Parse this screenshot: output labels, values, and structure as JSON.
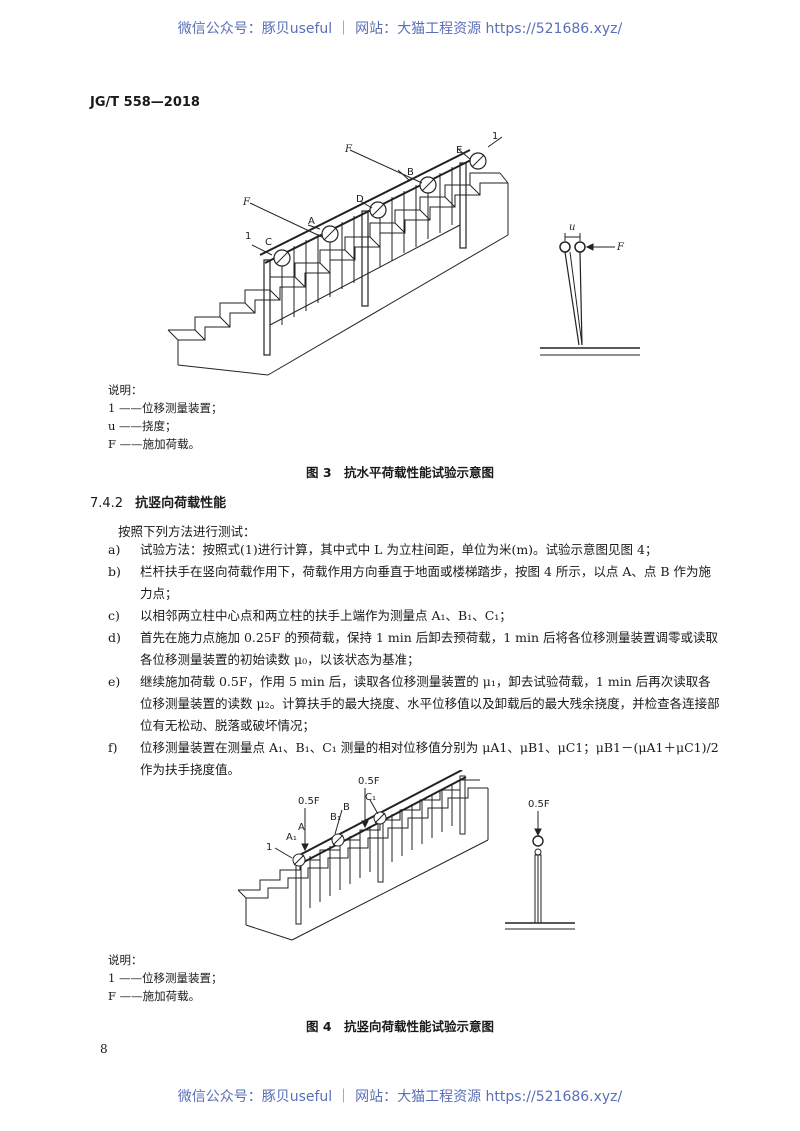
{
  "watermark": {
    "text": "微信公众号：豚贝useful ｜ 网站：大猫工程资源 https://521686.xyz/"
  },
  "header": {
    "standard_no": "JG/T 558—2018"
  },
  "figure3": {
    "labels": {
      "one_left": "1",
      "one_right": "1",
      "F1": "F",
      "F2": "F",
      "A": "A",
      "B": "B",
      "C": "C",
      "D": "D",
      "E": "E",
      "u": "u",
      "F_side": "F"
    },
    "legend": {
      "title": "说明：",
      "items": [
        "1 ——位移测量装置；",
        "u ——挠度；",
        "F ——施加荷载。"
      ]
    },
    "caption": "图 3　抗水平荷载性能试验示意图"
  },
  "section": {
    "number": "7.4.2",
    "title": "抗竖向荷载性能"
  },
  "intro": "按照下列方法进行测试：",
  "items": [
    {
      "label": "a)",
      "text": "试验方法：按照式(1)进行计算，其中式中 L 为立柱间距，单位为米(m)。试验示意图见图 4；"
    },
    {
      "label": "b)",
      "text": "栏杆扶手在竖向荷载作用下，荷载作用方向垂直于地面或楼梯踏步，按图 4 所示，以点 A、点 B 作为施力点；"
    },
    {
      "label": "c)",
      "text": "以相邻两立柱中心点和两立柱的扶手上端作为测量点 A₁、B₁、C₁；"
    },
    {
      "label": "d)",
      "text": "首先在施力点施加 0.25F 的预荷载，保持 1 min 后卸去预荷载，1 min 后将各位移测量装置调零或读取各位移测量装置的初始读数 μ₀，以该状态为基准；"
    },
    {
      "label": "e)",
      "text": "继续施加荷载 0.5F，作用 5 min 后，读取各位移测量装置的 μ₁，卸去试验荷载，1 min 后再次读取各位移测量装置的读数 μ₂。计算扶手的最大挠度、水平位移值以及卸载后的最大残余挠度，并检查各连接部位有无松动、脱落或破坏情况；"
    },
    {
      "label": "f)",
      "text": "位移测量装置在测量点 A₁、B₁、C₁ 测量的相对位移值分别为 μA1、μB1、μC1；μB1－(μA1＋μC1)/2 作为扶手挠度值。"
    }
  ],
  "figure4": {
    "labels": {
      "load_top": "0.5F",
      "load_left": "0.5F",
      "load_side": "0.5F",
      "A": "A",
      "A1": "A₁",
      "B": "B",
      "B1": "B₁",
      "C1": "C₁",
      "one": "1"
    },
    "legend": {
      "title": "说明：",
      "items": [
        "1 ——位移测量装置；",
        "F ——施加荷载。"
      ]
    },
    "caption": "图 4　抗竖向荷载性能试验示意图"
  },
  "page_number": "8"
}
